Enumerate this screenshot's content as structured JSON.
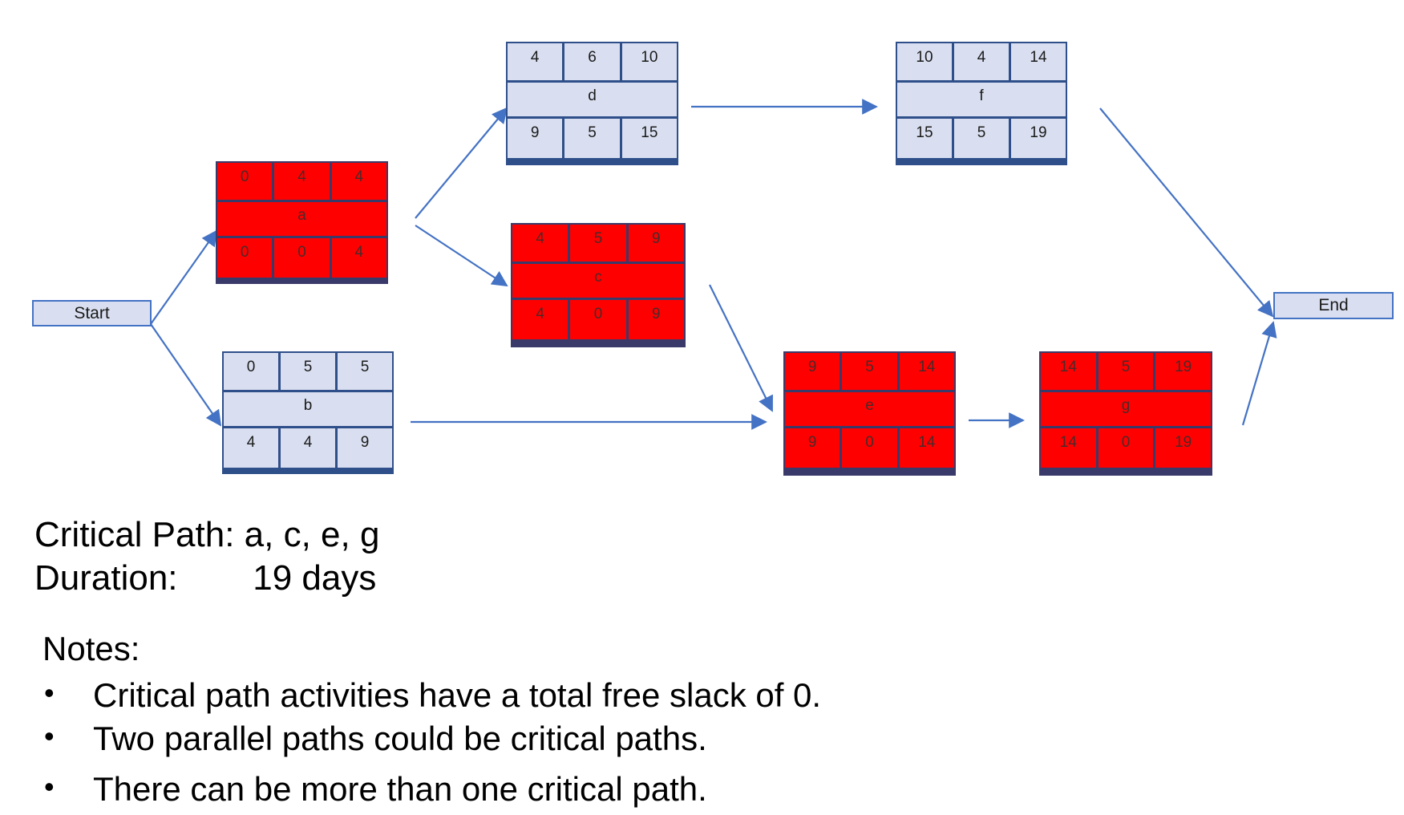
{
  "diagram": {
    "start_label": "Start",
    "end_label": "End",
    "activities": [
      {
        "name": "a",
        "top": [
          "0",
          "4",
          "4"
        ],
        "bottom": [
          "0",
          "0",
          "4"
        ],
        "critical": true
      },
      {
        "name": "b",
        "top": [
          "0",
          "5",
          "5"
        ],
        "bottom": [
          "4",
          "4",
          "9"
        ],
        "critical": false
      },
      {
        "name": "c",
        "top": [
          "4",
          "5",
          "9"
        ],
        "bottom": [
          "4",
          "0",
          "9"
        ],
        "critical": true
      },
      {
        "name": "d",
        "top": [
          "4",
          "6",
          "10"
        ],
        "bottom": [
          "9",
          "5",
          "15"
        ],
        "critical": false
      },
      {
        "name": "e",
        "top": [
          "9",
          "5",
          "14"
        ],
        "bottom": [
          "9",
          "0",
          "14"
        ],
        "critical": true
      },
      {
        "name": "f",
        "top": [
          "10",
          "4",
          "14"
        ],
        "bottom": [
          "15",
          "5",
          "19"
        ],
        "critical": false
      },
      {
        "name": "g",
        "top": [
          "14",
          "5",
          "19"
        ],
        "bottom": [
          "14",
          "0",
          "19"
        ],
        "critical": true
      }
    ],
    "colors": {
      "critical": "#ff0000",
      "normal": "#d9dff0",
      "arrow": "#4472c4"
    }
  },
  "summary": {
    "critical_label": "Critical Path:",
    "critical_value": "a, c, e, g",
    "duration_label": "Duration:",
    "duration_value": "19 days"
  },
  "notes": {
    "title": "Notes:",
    "bullet_glyph": "•",
    "items": [
      "Critical path activities have a total free slack of 0.",
      "Two parallel paths could be critical paths.",
      "There can be more than one critical path."
    ]
  }
}
